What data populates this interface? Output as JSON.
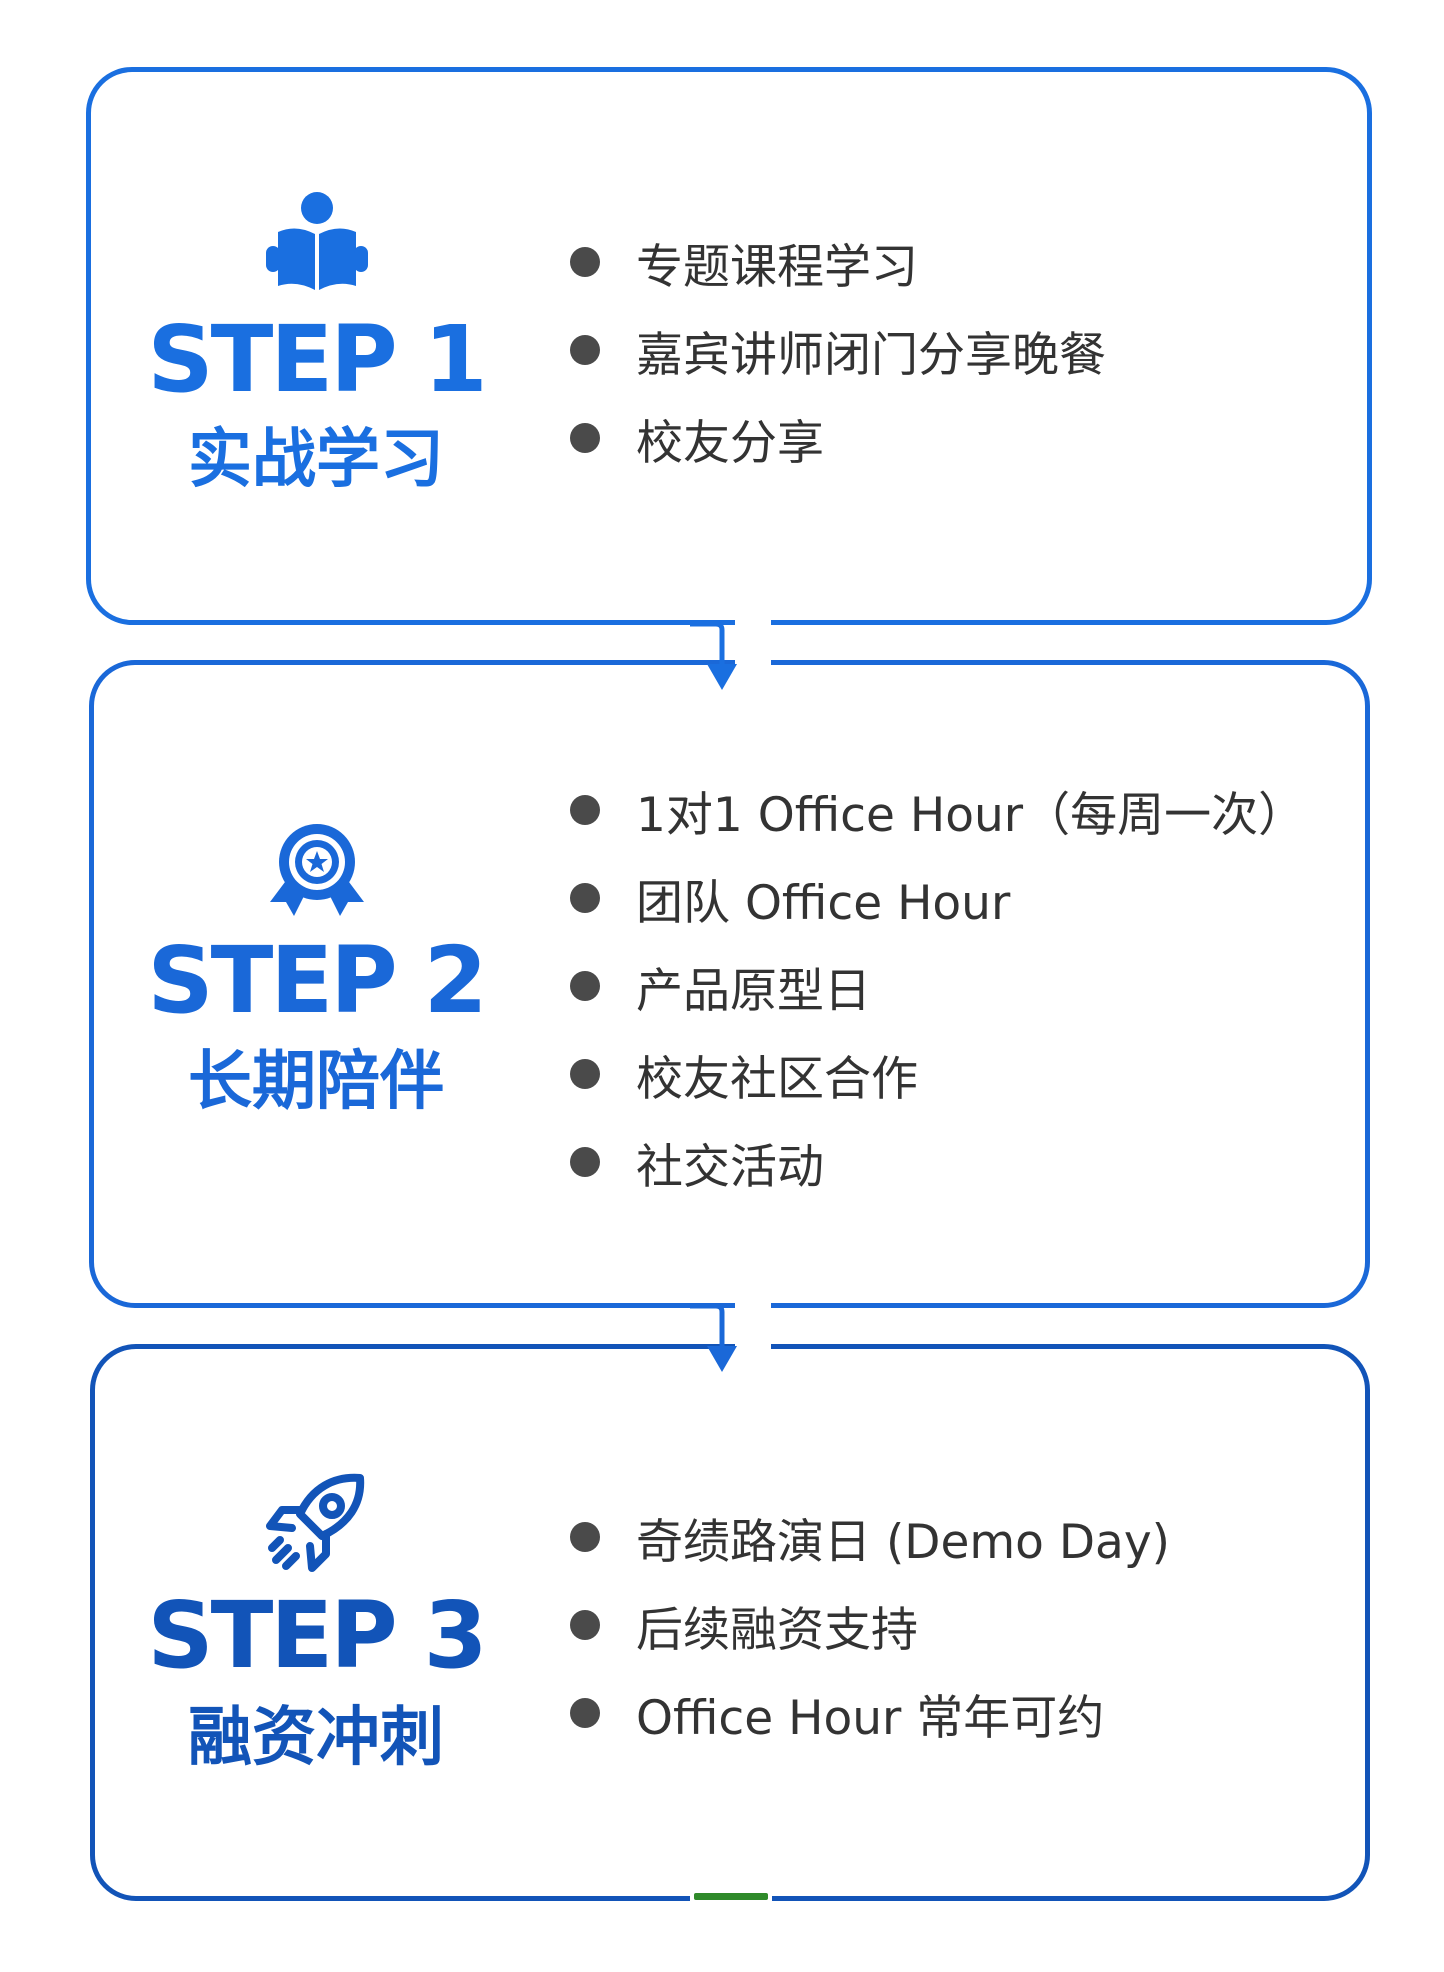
{
  "colors": {
    "step1": "#1a6fe0",
    "step2": "#1a68d8",
    "step3": "#1254b8",
    "bullet": "#4a4a4a",
    "text": "#333333",
    "accent_green": "#2f8a2a"
  },
  "steps": [
    {
      "icon": "reader-icon",
      "title": "STEP 1",
      "subtitle": "实战学习",
      "items": [
        "专题课程学习",
        "嘉宾讲师闭门分享晚餐",
        "校友分享"
      ]
    },
    {
      "icon": "badge-icon",
      "title": "STEP 2",
      "subtitle": "长期陪伴",
      "items": [
        "1对1 Office Hour（每周一次）",
        "团队 Office Hour",
        "产品原型日",
        "校友社区合作",
        "社交活动"
      ]
    },
    {
      "icon": "rocket-icon",
      "title": "STEP 3",
      "subtitle": "融资冲刺",
      "items": [
        "奇绩路演日 (Demo Day)",
        "后续融资支持",
        "Office Hour 常年可约"
      ]
    }
  ]
}
